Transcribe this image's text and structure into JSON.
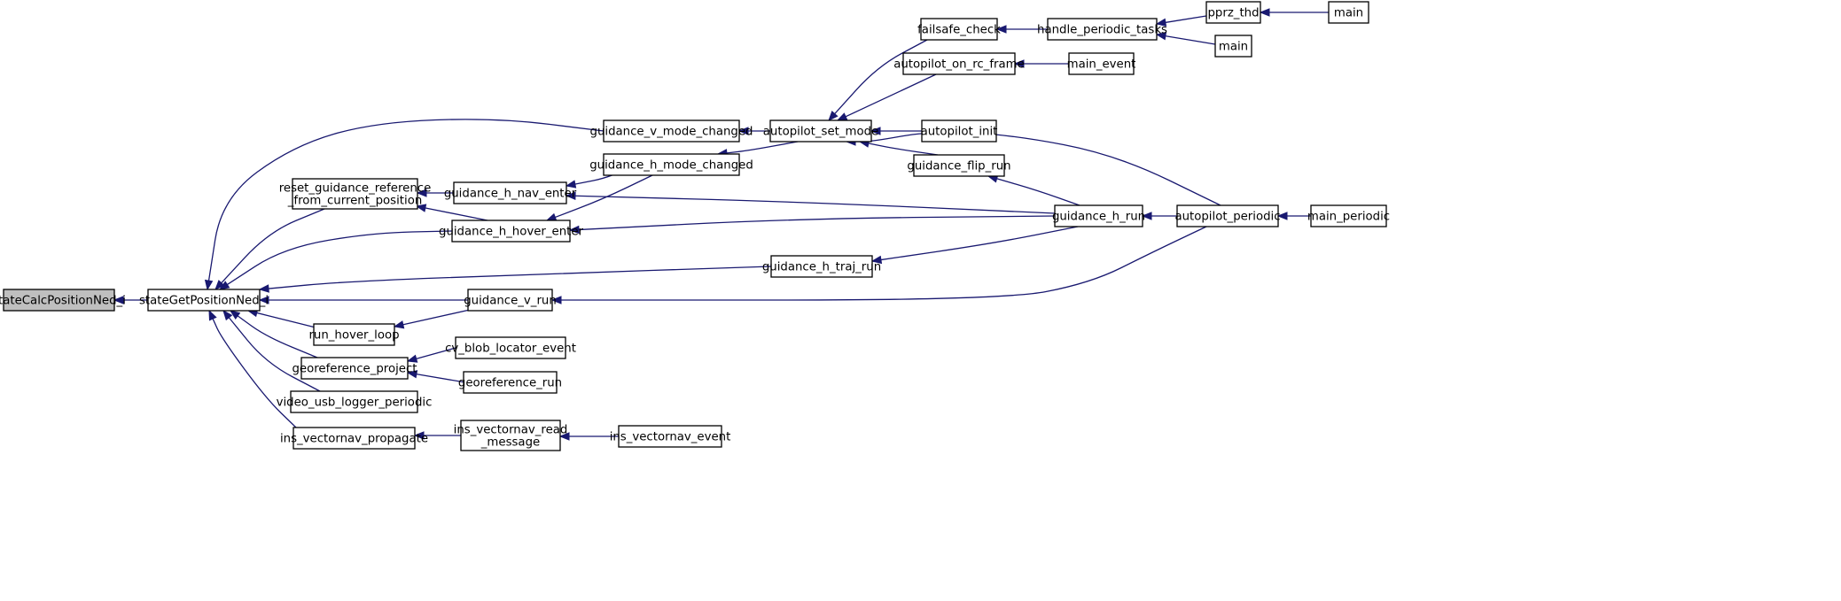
{
  "nodes": [
    {
      "id": "n0",
      "label": [
        "stateCalcPositionNed_i"
      ],
      "root": true
    },
    {
      "id": "n1",
      "label": [
        "stateGetPositionNed_i"
      ]
    },
    {
      "id": "n2",
      "label": [
        "guidance_v_mode_changed"
      ]
    },
    {
      "id": "n3",
      "label": [
        "reset_guidance_reference",
        "_from_current_position"
      ]
    },
    {
      "id": "n4",
      "label": [
        "guidance_h_hover_enter"
      ]
    },
    {
      "id": "n5",
      "label": [
        "guidance_h_traj_run"
      ]
    },
    {
      "id": "n6",
      "label": [
        "guidance_v_run"
      ]
    },
    {
      "id": "n7",
      "label": [
        "run_hover_loop"
      ]
    },
    {
      "id": "n8",
      "label": [
        "georeference_project"
      ]
    },
    {
      "id": "n9",
      "label": [
        "video_usb_logger_periodic"
      ]
    },
    {
      "id": "n10",
      "label": [
        "ins_vectornav_propagate"
      ]
    },
    {
      "id": "n11",
      "label": [
        "autopilot_set_mode"
      ]
    },
    {
      "id": "n12",
      "label": [
        "guidance_h_nav_enter"
      ]
    },
    {
      "id": "n13",
      "label": [
        "guidance_h_mode_changed"
      ]
    },
    {
      "id": "n14",
      "label": [
        "guidance_h_run"
      ]
    },
    {
      "id": "n15",
      "label": [
        "autopilot_periodic"
      ]
    },
    {
      "id": "n16",
      "label": [
        "cv_blob_locator_event"
      ]
    },
    {
      "id": "n17",
      "label": [
        "georeference_run"
      ]
    },
    {
      "id": "n18",
      "label": [
        "ins_vectornav_read",
        "_message"
      ]
    },
    {
      "id": "n19",
      "label": [
        "ins_vectornav_event"
      ]
    },
    {
      "id": "n20",
      "label": [
        "failsafe_check"
      ]
    },
    {
      "id": "n21",
      "label": [
        "autopilot_on_rc_frame"
      ]
    },
    {
      "id": "n22",
      "label": [
        "autopilot_init"
      ]
    },
    {
      "id": "n23",
      "label": [
        "guidance_flip_run"
      ]
    },
    {
      "id": "n24",
      "label": [
        "handle_periodic_tasks"
      ]
    },
    {
      "id": "n25",
      "label": [
        "main_event"
      ]
    },
    {
      "id": "n26",
      "label": [
        "pprz_thd"
      ]
    },
    {
      "id": "n27",
      "label": [
        "main"
      ]
    },
    {
      "id": "n28",
      "label": [
        "main"
      ]
    },
    {
      "id": "n29",
      "label": [
        "main_periodic"
      ]
    }
  ],
  "edges": [
    {
      "from": "n1",
      "to": "n0"
    },
    {
      "from": "n2",
      "to": "n1"
    },
    {
      "from": "n3",
      "to": "n1"
    },
    {
      "from": "n4",
      "to": "n1"
    },
    {
      "from": "n5",
      "to": "n1"
    },
    {
      "from": "n6",
      "to": "n1"
    },
    {
      "from": "n7",
      "to": "n1"
    },
    {
      "from": "n8",
      "to": "n1"
    },
    {
      "from": "n9",
      "to": "n1"
    },
    {
      "from": "n10",
      "to": "n1"
    },
    {
      "from": "n11",
      "to": "n2"
    },
    {
      "from": "n12",
      "to": "n3"
    },
    {
      "from": "n4",
      "to": "n3"
    },
    {
      "from": "n13",
      "to": "n4"
    },
    {
      "from": "n14",
      "to": "n4"
    },
    {
      "from": "n14",
      "to": "n5"
    },
    {
      "from": "n15",
      "to": "n6"
    },
    {
      "from": "n6",
      "to": "n7"
    },
    {
      "from": "n16",
      "to": "n8"
    },
    {
      "from": "n17",
      "to": "n8"
    },
    {
      "from": "n18",
      "to": "n10"
    },
    {
      "from": "n20",
      "to": "n11"
    },
    {
      "from": "n21",
      "to": "n11"
    },
    {
      "from": "n22",
      "to": "n11"
    },
    {
      "from": "n23",
      "to": "n11"
    },
    {
      "from": "n15",
      "to": "n11"
    },
    {
      "from": "n13",
      "to": "n12"
    },
    {
      "from": "n14",
      "to": "n12"
    },
    {
      "from": "n11",
      "to": "n13"
    },
    {
      "from": "n23",
      "to": "n14"
    },
    {
      "from": "n15",
      "to": "n14"
    },
    {
      "from": "n29",
      "to": "n15"
    },
    {
      "from": "n19",
      "to": "n18"
    },
    {
      "from": "n24",
      "to": "n20"
    },
    {
      "from": "n25",
      "to": "n21"
    },
    {
      "from": "n14",
      "to": "n23"
    },
    {
      "from": "n26",
      "to": "n24"
    },
    {
      "from": "n28",
      "to": "n24"
    },
    {
      "from": "n27",
      "to": "n26"
    }
  ]
}
